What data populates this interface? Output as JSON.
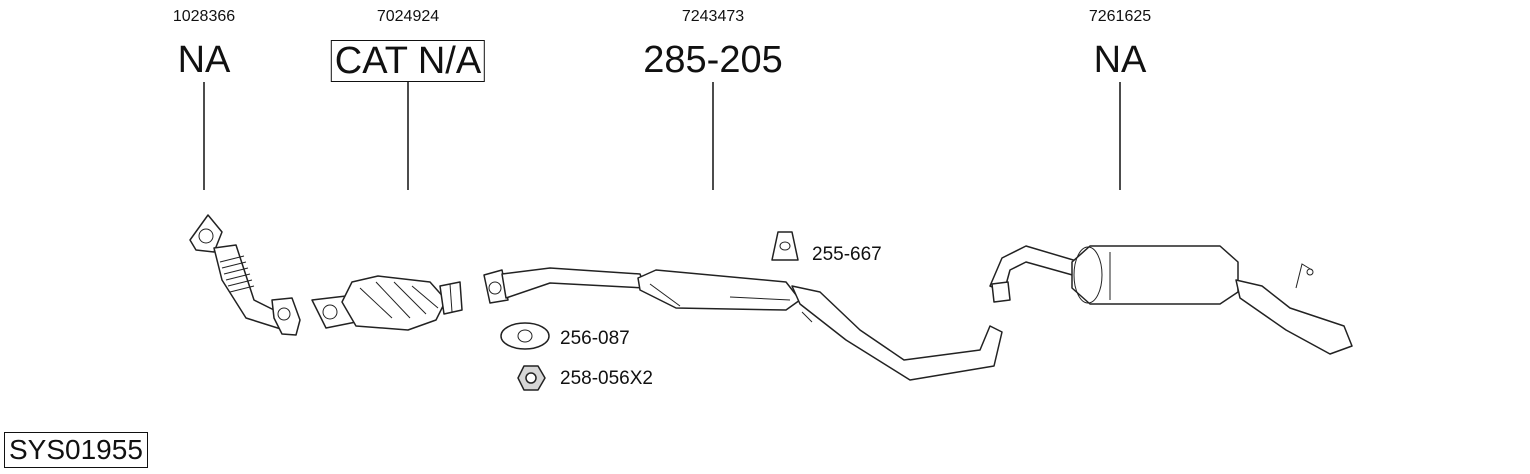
{
  "system_code": "SYS01955",
  "parts": [
    {
      "article": "1028366",
      "code": "NA",
      "boxed": false
    },
    {
      "article": "7024924",
      "code": "CAT N/A",
      "boxed": true
    },
    {
      "article": "7243473",
      "code": "285-205",
      "boxed": false
    },
    {
      "article": "7261625",
      "code": "NA",
      "boxed": false
    }
  ],
  "accessories": [
    {
      "code": "255-667",
      "icon": "rubber-hanger-icon"
    },
    {
      "code": "256-087",
      "icon": "gasket-icon"
    },
    {
      "code": "258-056X2",
      "icon": "hex-nut-icon"
    }
  ]
}
